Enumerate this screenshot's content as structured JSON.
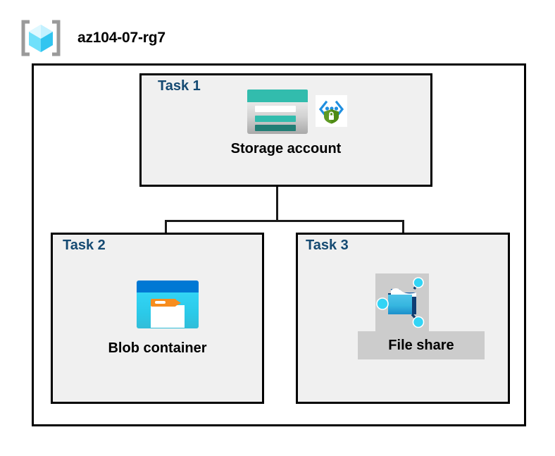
{
  "diagram": {
    "type": "azure-architecture",
    "resource_group": {
      "name": "az104-07-rg7",
      "icon": "resource-group-cube-icon"
    },
    "tasks": [
      {
        "id": "task1",
        "label": "Task 1",
        "node_label": "Storage account",
        "icons": [
          "storage-account-icon",
          "secure-encryption-icon"
        ]
      },
      {
        "id": "task2",
        "label": "Task 2",
        "node_label": "Blob container",
        "icons": [
          "blob-container-icon"
        ]
      },
      {
        "id": "task3",
        "label": "Task 3",
        "node_label": "File share",
        "icons": [
          "file-share-icon"
        ]
      }
    ],
    "connections": [
      {
        "from": "task1",
        "to": "task2"
      },
      {
        "from": "task1",
        "to": "task3"
      }
    ],
    "colors": {
      "task_label": "#154A72",
      "task_box_fill": "#F0F0F0",
      "border": "#000000",
      "caption_text": "#000000",
      "fileshare_plate": "#CCCCCC",
      "storage_teal": "#32BCAD",
      "blob_blue": "#0078D4",
      "blob_cyan": "#32D4F5",
      "cube_cyan": "#50E6FF",
      "shield_green": "#5E9A24"
    }
  }
}
